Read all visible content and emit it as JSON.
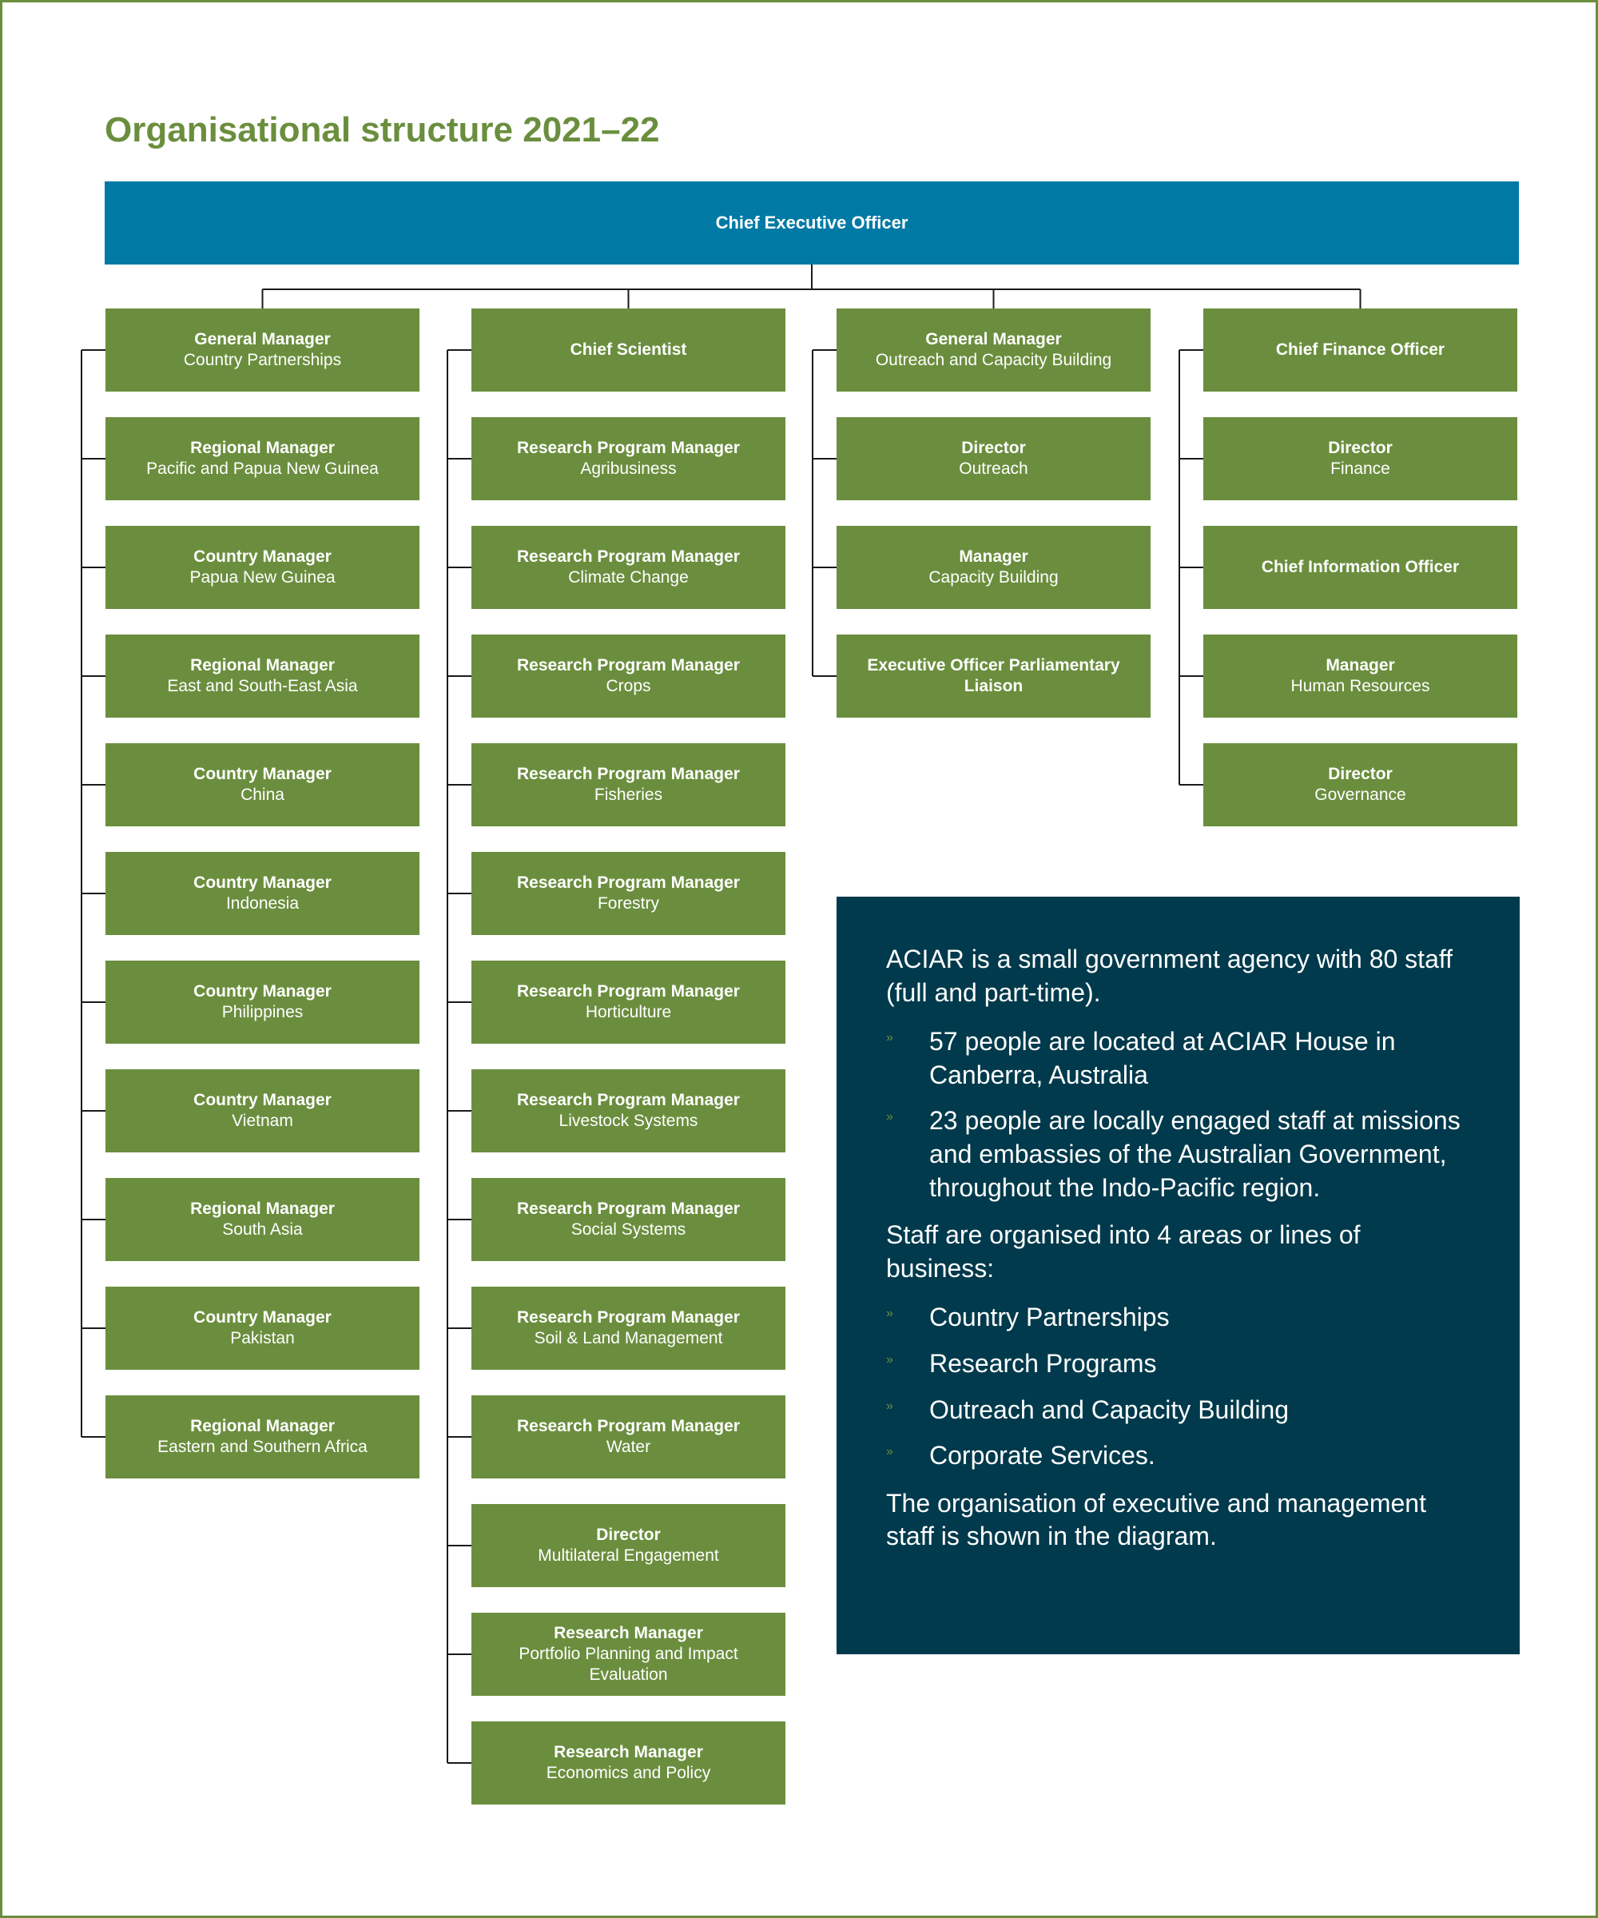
{
  "title": "Organisational structure 2021–22",
  "ceo": "Chief Executive Officer",
  "columns": [
    {
      "head": {
        "title": "General Manager",
        "sub": "Country Partnerships"
      },
      "items": [
        {
          "title": "Regional Manager",
          "sub": "Pacific and Papua New Guinea"
        },
        {
          "title": "Country Manager",
          "sub": "Papua New Guinea"
        },
        {
          "title": "Regional Manager",
          "sub": "East and South-East Asia"
        },
        {
          "title": "Country Manager",
          "sub": "China"
        },
        {
          "title": "Country Manager",
          "sub": "Indonesia"
        },
        {
          "title": "Country Manager",
          "sub": "Philippines"
        },
        {
          "title": "Country Manager",
          "sub": "Vietnam"
        },
        {
          "title": "Regional Manager",
          "sub": "South Asia"
        },
        {
          "title": "Country Manager",
          "sub": "Pakistan"
        },
        {
          "title": "Regional Manager",
          "sub": "Eastern and Southern Africa"
        }
      ]
    },
    {
      "head": {
        "title": "Chief Scientist",
        "sub": ""
      },
      "items": [
        {
          "title": "Research Program Manager",
          "sub": "Agribusiness"
        },
        {
          "title": "Research Program Manager",
          "sub": "Climate Change"
        },
        {
          "title": "Research Program Manager",
          "sub": "Crops"
        },
        {
          "title": "Research Program Manager",
          "sub": "Fisheries"
        },
        {
          "title": "Research Program Manager",
          "sub": "Forestry"
        },
        {
          "title": "Research Program Manager",
          "sub": "Horticulture"
        },
        {
          "title": "Research Program Manager",
          "sub": "Livestock Systems"
        },
        {
          "title": "Research Program Manager",
          "sub": "Social Systems"
        },
        {
          "title": "Research Program Manager",
          "sub": "Soil & Land Management"
        },
        {
          "title": "Research Program Manager",
          "sub": "Water"
        },
        {
          "title": "Director",
          "sub": "Multilateral Engagement"
        },
        {
          "title": "Research Manager",
          "sub": "Portfolio Planning and Impact Evaluation"
        },
        {
          "title": "Research Manager",
          "sub": "Economics and Policy"
        }
      ]
    },
    {
      "head": {
        "title": "General Manager",
        "sub": "Outreach and Capacity Building"
      },
      "items": [
        {
          "title": "Director",
          "sub": "Outreach"
        },
        {
          "title": "Manager",
          "sub": "Capacity Building"
        },
        {
          "title": "Executive Officer Parliamentary Liaison",
          "sub": ""
        }
      ]
    },
    {
      "head": {
        "title": "Chief Finance Officer",
        "sub": ""
      },
      "items": [
        {
          "title": "Director",
          "sub": "Finance"
        },
        {
          "title": "Chief Information Officer",
          "sub": ""
        },
        {
          "title": "Manager",
          "sub": "Human Resources"
        },
        {
          "title": "Director",
          "sub": "Governance"
        }
      ]
    }
  ],
  "info": {
    "intro": "ACIAR is a small government agency with 80 staff (full and part-time).",
    "bullets1": [
      "57 people are located at ACIAR House in Canberra, Australia",
      "23 people are locally engaged staff at missions and embassies of the Australian Government, throughout the Indo-Pacific region."
    ],
    "areas_intro": "Staff are organised into 4 areas or lines of business:",
    "bullets2": [
      "Country Partnerships",
      "Research Programs",
      "Outreach and Capacity Building",
      "Corporate Services."
    ],
    "outro": "The organisation of executive and management staff is shown in the diagram.",
    "bullet_glyph": "»"
  }
}
